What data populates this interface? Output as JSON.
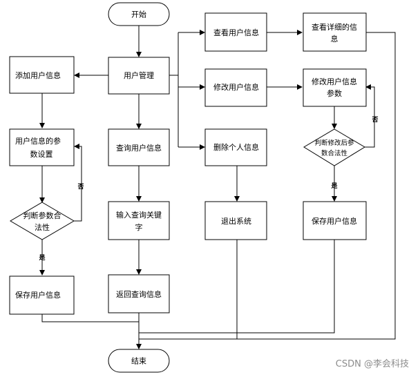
{
  "nodes": {
    "start": "开始",
    "user_mgmt": "用户管理",
    "add_user": "添加用户信息",
    "param_setting": [
      "用户信息的参",
      "数设置"
    ],
    "judge_left": [
      "判断参数合",
      "法性"
    ],
    "save_left": "保存用户信息",
    "query_user": "查询用户信息",
    "input_keyword": [
      "输入查询关键",
      "字"
    ],
    "return_query": "返回查询信息",
    "view_user": "查看用户信息",
    "view_detail": [
      "查看详细的信",
      "息"
    ],
    "modify_user": "修改用户信息",
    "modify_params": [
      "修改用户信息",
      "参数"
    ],
    "judge_right": [
      "判断修改后参",
      "数合法性"
    ],
    "save_right": "保存用户信息",
    "delete_info": "删除个人信息",
    "exit_system": "退出系统",
    "end": "结束"
  },
  "labels": {
    "no_left": "否",
    "yes_left": "是",
    "no_right": "否",
    "yes_right": "是"
  },
  "watermark": "CSDN @李会科技"
}
